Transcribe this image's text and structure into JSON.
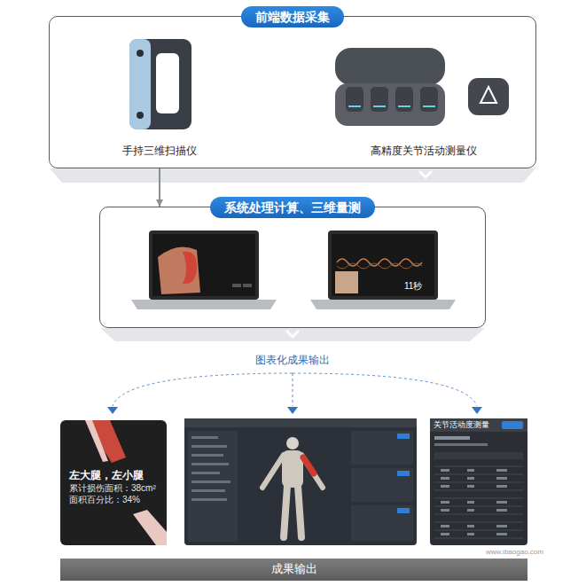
{
  "diagram": {
    "nodes": [
      {
        "text": [
          "前端数据采集"
        ]
      },
      {
        "text": [
          "系统处理计算、三维量测"
        ]
      },
      {
        "text": [
          "左大腿，左小腿",
          "累计损伤面积：38cm²",
          "面积百分比：34%"
        ]
      },
      {
        "text": [
          "关节活动度测量"
        ]
      },
      {
        "text": [
          "成果输出"
        ]
      }
    ],
    "edges": [
      {
        "from": 0,
        "to": 1,
        "arrow": "to"
      }
    ],
    "labels": [
      "手持三维扫描仪",
      "高精度关节活动测量仪",
      "11秒",
      "图表化成果输出",
      "www.ibaogao.com"
    ]
  }
}
